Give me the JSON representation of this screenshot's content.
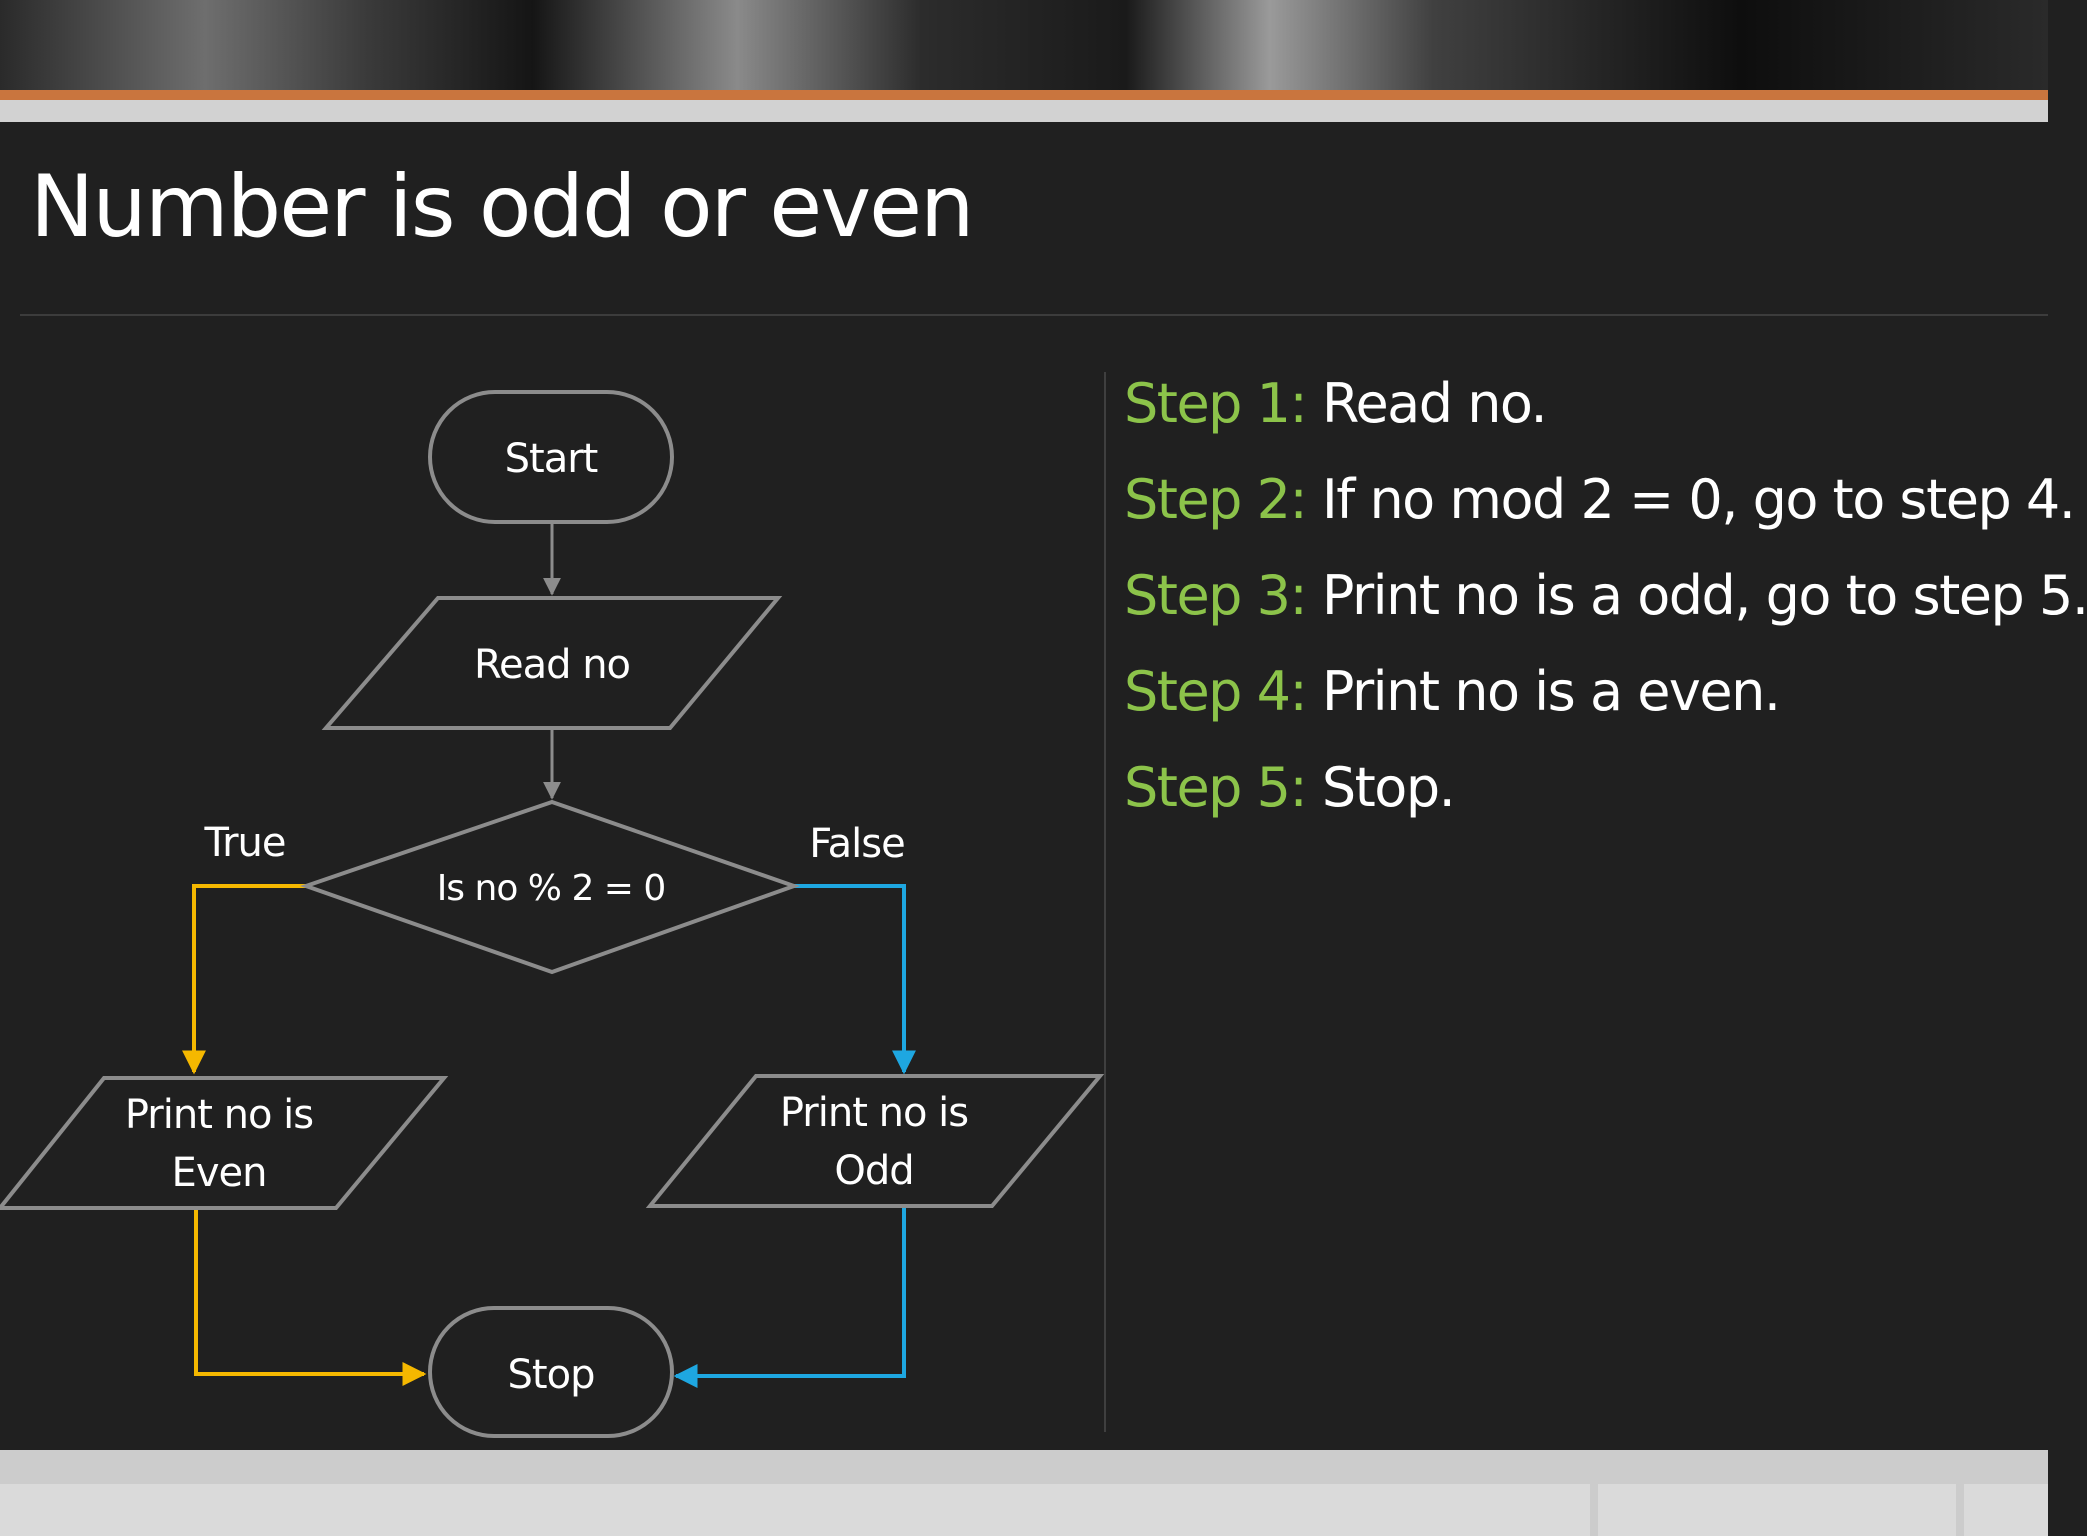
{
  "slide": {
    "title": "Number is odd or even"
  },
  "flowchart": {
    "start": "Start",
    "read": "Read no",
    "decision": "Is no % 2 = 0",
    "true_label": "True",
    "false_label": "False",
    "even_line1": "Print no is",
    "even_line2": "Even",
    "odd_line1": "Print no is",
    "odd_line2": "Odd",
    "stop": "Stop",
    "colors": {
      "shape_stroke": "#8c8c8c",
      "true_branch": "#f5b800",
      "false_branch": "#1ea7e1",
      "text": "#ffffff"
    }
  },
  "steps": [
    {
      "label": "Step 1:",
      "text": "Read no."
    },
    {
      "label": "Step 2:",
      "text": "If no mod 2 = 0, go to step 4."
    },
    {
      "label": "Step 3:",
      "text": "Print no is a odd, go to step 5."
    },
    {
      "label": "Step 4:",
      "text": "Print no is a even."
    },
    {
      "label": "Step 5:",
      "text": "Stop."
    }
  ],
  "colors": {
    "background": "#202020",
    "step_label": "#8cc34a",
    "accent_orange": "#c9753e"
  }
}
